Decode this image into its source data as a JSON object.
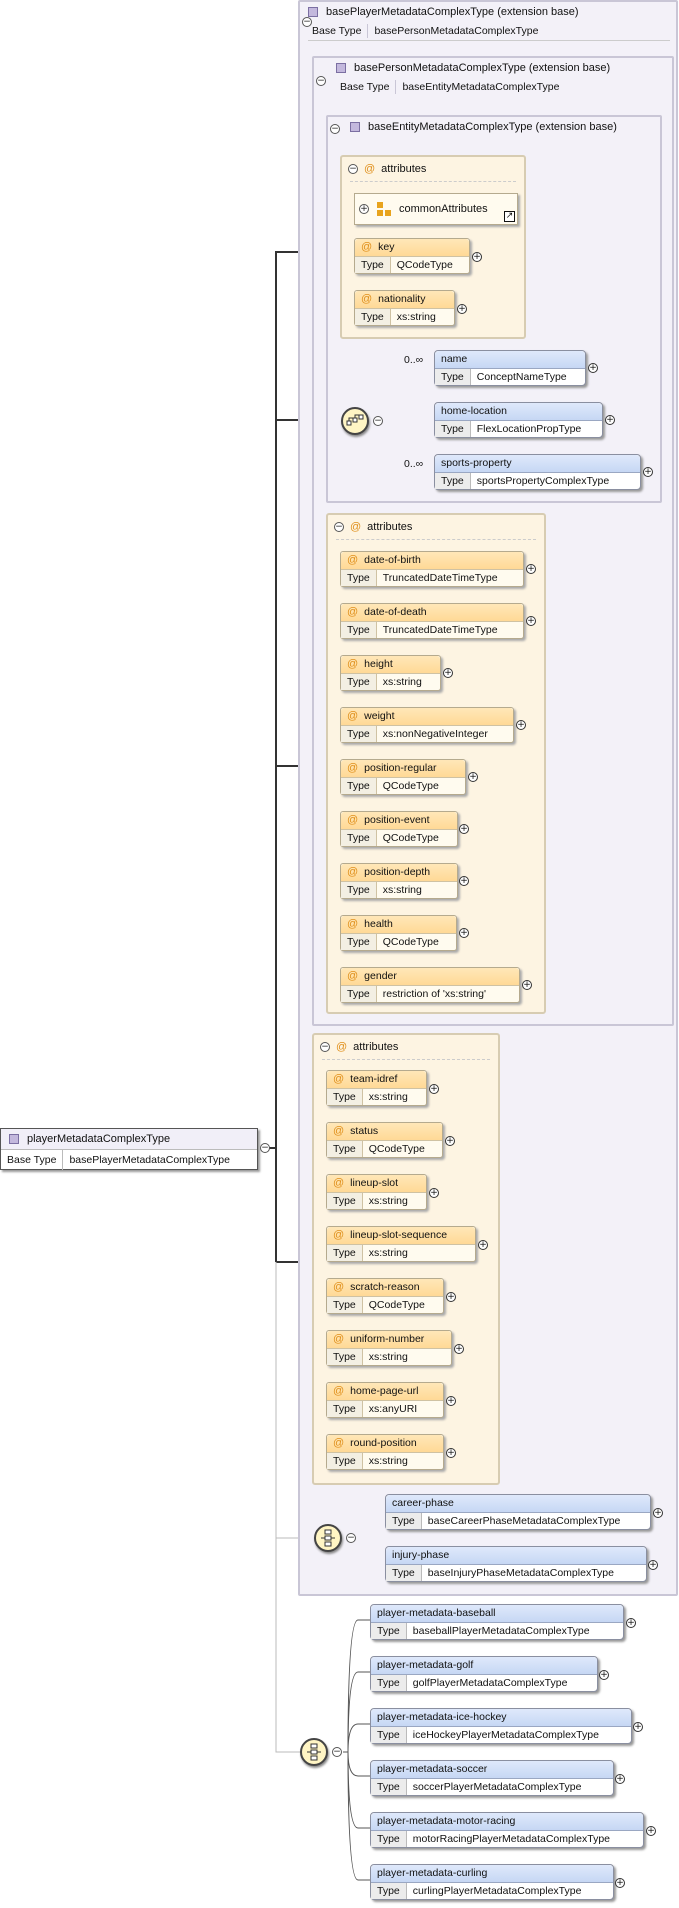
{
  "root": {
    "name": "playerMetadataComplexType",
    "base_type_label": "Base Type",
    "base_type": "basePlayerMetadataComplexType"
  },
  "ext1": {
    "name": "basePlayerMetadataComplexType (extension base)",
    "base_type_label": "Base Type",
    "base_type": "basePersonMetadataComplexType"
  },
  "ext2": {
    "name": "basePersonMetadataComplexType (extension base)",
    "base_type_label": "Base Type",
    "base_type": "baseEntityMetadataComplexType"
  },
  "ext3": {
    "name": "baseEntityMetadataComplexType (extension base)"
  },
  "entity_attrs": {
    "title": "attributes",
    "group_ref": "commonAttributes",
    "items": [
      {
        "name": "key",
        "type_label": "Type",
        "type": "QCodeType"
      },
      {
        "name": "nationality",
        "type_label": "Type",
        "type": "xs:string"
      }
    ]
  },
  "entity_seq": {
    "items": [
      {
        "occ": "0..∞",
        "name": "name",
        "type_label": "Type",
        "type": "ConceptNameType"
      },
      {
        "occ": "",
        "name": "home-location",
        "type_label": "Type",
        "type": "FlexLocationPropType"
      },
      {
        "occ": "0..∞",
        "name": "sports-property",
        "type_label": "Type",
        "type": "sportsPropertyComplexType"
      }
    ]
  },
  "person_attrs": {
    "title": "attributes",
    "items": [
      {
        "name": "date-of-birth",
        "type_label": "Type",
        "type": "TruncatedDateTimeType"
      },
      {
        "name": "date-of-death",
        "type_label": "Type",
        "type": "TruncatedDateTimeType"
      },
      {
        "name": "height",
        "type_label": "Type",
        "type": "xs:string"
      },
      {
        "name": "weight",
        "type_label": "Type",
        "type": "xs:nonNegativeInteger"
      },
      {
        "name": "position-regular",
        "type_label": "Type",
        "type": "QCodeType"
      },
      {
        "name": "position-event",
        "type_label": "Type",
        "type": "QCodeType"
      },
      {
        "name": "position-depth",
        "type_label": "Type",
        "type": "xs:string"
      },
      {
        "name": "health",
        "type_label": "Type",
        "type": "QCodeType"
      },
      {
        "name": "gender",
        "type_label": "Type",
        "type": "restriction of 'xs:string'"
      }
    ]
  },
  "player_attrs": {
    "title": "attributes",
    "items": [
      {
        "name": "team-idref",
        "type_label": "Type",
        "type": "xs:string"
      },
      {
        "name": "status",
        "type_label": "Type",
        "type": "QCodeType"
      },
      {
        "name": "lineup-slot",
        "type_label": "Type",
        "type": "xs:string"
      },
      {
        "name": "lineup-slot-sequence",
        "type_label": "Type",
        "type": "xs:string"
      },
      {
        "name": "scratch-reason",
        "type_label": "Type",
        "type": "QCodeType"
      },
      {
        "name": "uniform-number",
        "type_label": "Type",
        "type": "xs:string"
      },
      {
        "name": "home-page-url",
        "type_label": "Type",
        "type": "xs:anyURI"
      },
      {
        "name": "round-position",
        "type_label": "Type",
        "type": "xs:string"
      }
    ]
  },
  "phase_choice": {
    "items": [
      {
        "name": "career-phase",
        "type_label": "Type",
        "type": "baseCareerPhaseMetadataComplexType"
      },
      {
        "name": "injury-phase",
        "type_label": "Type",
        "type": "baseInjuryPhaseMetadataComplexType"
      }
    ]
  },
  "sport_choice": {
    "items": [
      {
        "name": "player-metadata-baseball",
        "type_label": "Type",
        "type": "baseballPlayerMetadataComplexType"
      },
      {
        "name": "player-metadata-golf",
        "type_label": "Type",
        "type": "golfPlayerMetadataComplexType"
      },
      {
        "name": "player-metadata-ice-hockey",
        "type_label": "Type",
        "type": "iceHockeyPlayerMetadataComplexType"
      },
      {
        "name": "player-metadata-soccer",
        "type_label": "Type",
        "type": "soccerPlayerMetadataComplexType"
      },
      {
        "name": "player-metadata-motor-racing",
        "type_label": "Type",
        "type": "motorRacingPlayerMetadataComplexType"
      },
      {
        "name": "player-metadata-curling",
        "type_label": "Type",
        "type": "curlingPlayerMetadataComplexType"
      }
    ]
  }
}
